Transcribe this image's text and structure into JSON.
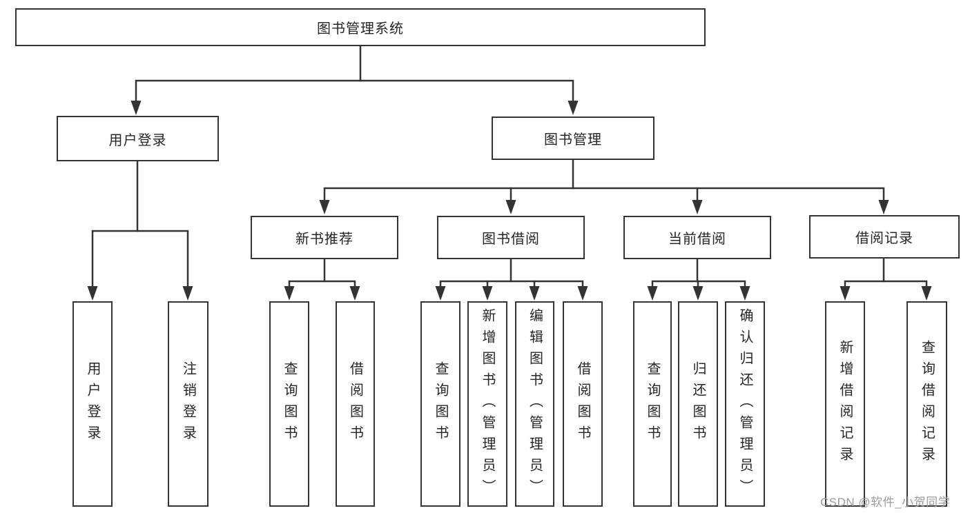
{
  "diagram": {
    "title": "图书管理系统",
    "type": "function-structure-tree",
    "colors": {
      "line": "#333333",
      "box_border": "#333333",
      "text": "#262626",
      "watermark": "#9b9b9b",
      "background": "#ffffff"
    },
    "tree": {
      "root": "图书管理系统",
      "branches": [
        {
          "label": "用户登录",
          "children": [
            "用户登录",
            "注销登录"
          ]
        },
        {
          "label": "图书管理",
          "groups": [
            {
              "label": "新书推荐",
              "children": [
                "查询图书",
                "借阅图书"
              ]
            },
            {
              "label": "图书借阅",
              "children": [
                "查询图书",
                "新增图书（管理员）",
                "编辑图书（管理员）",
                "借阅图书"
              ]
            },
            {
              "label": "当前借阅",
              "children": [
                "查询图书",
                "归还图书",
                "确认归还（管理员）"
              ]
            },
            {
              "label": "借阅记录",
              "children": [
                "新增借阅记录",
                "查询借阅记录"
              ]
            }
          ]
        }
      ]
    },
    "watermark": "CSDN @软件_小贺同学"
  }
}
